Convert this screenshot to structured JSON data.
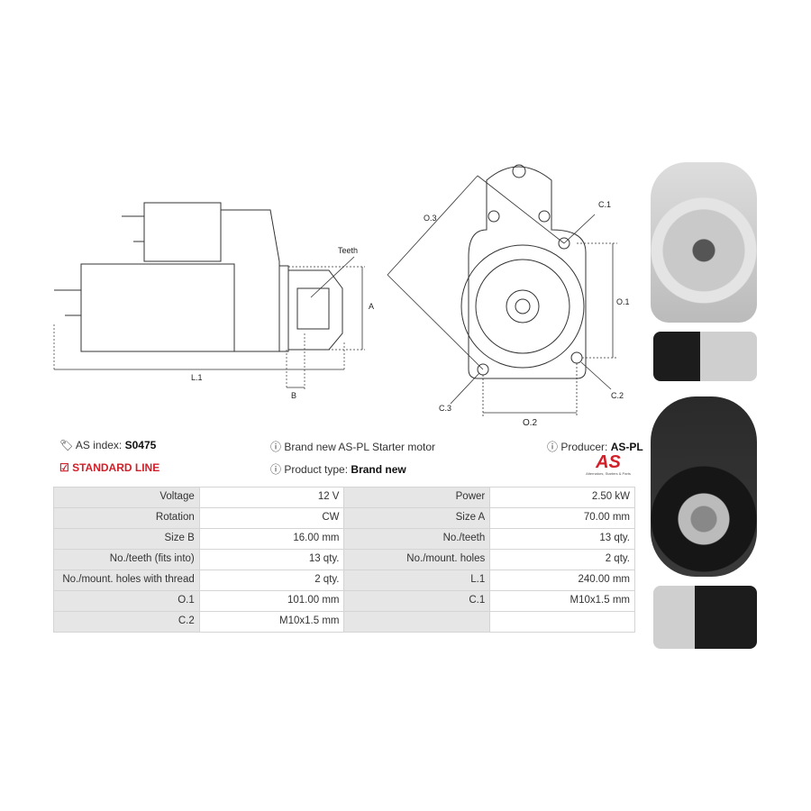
{
  "drawing_labels": {
    "teeth": "Teeth",
    "a": "A",
    "l1": "L.1",
    "b": "B",
    "o3": "O.3",
    "c1": "C.1",
    "o1": "O.1",
    "c2": "C.2",
    "c3": "C.3",
    "o2": "O.2"
  },
  "info": {
    "as_index_label": "AS index:",
    "as_index_value": "S0475",
    "standard_line": "STANDARD LINE",
    "description": "Brand new AS-PL Starter motor",
    "product_type_label": "Product type:",
    "product_type_value": "Brand new",
    "producer_label": "Producer:",
    "producer_value": "AS-PL",
    "logo_text": "AS",
    "logo_tagline": "Alternators, Starters & Parts"
  },
  "colors": {
    "accent": "#d0202a"
  },
  "specs": [
    [
      "Voltage",
      "12 V",
      "Power",
      "2.50 kW"
    ],
    [
      "Rotation",
      "CW",
      "Size A",
      "70.00 mm"
    ],
    [
      "Size B",
      "16.00 mm",
      "No./teeth",
      "13 qty."
    ],
    [
      "No./teeth (fits into)",
      "13 qty.",
      "No./mount. holes",
      "2 qty."
    ],
    [
      "No./mount. holes with thread",
      "2 qty.",
      "L.1",
      "240.00 mm"
    ],
    [
      "O.1",
      "101.00 mm",
      "C.1",
      "M10x1.5 mm"
    ],
    [
      "C.2",
      "M10x1.5 mm",
      "",
      ""
    ]
  ]
}
